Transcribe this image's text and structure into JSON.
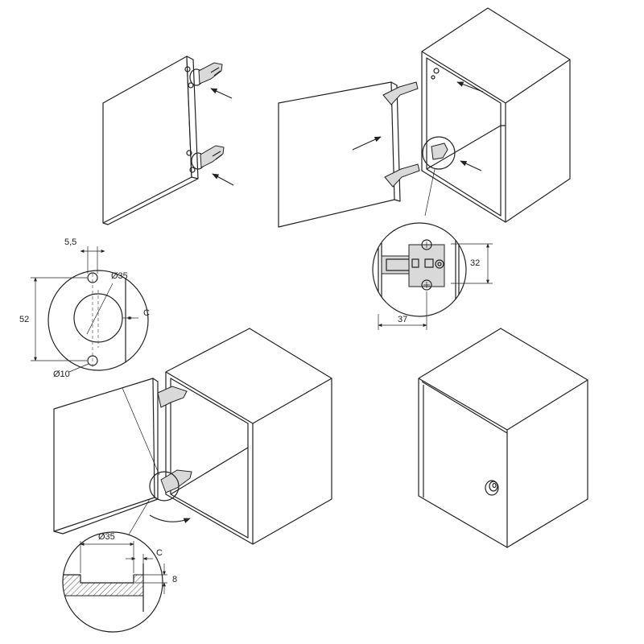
{
  "dimensions": {
    "hole_offset": "5,5",
    "cup_diameter": "Ø35",
    "hole_spacing": "52",
    "edge_distance": "C",
    "screw_diameter": "Ø10",
    "plate_height": "32",
    "plate_width": "37",
    "section_diameter": "Ø35",
    "section_edge": "C",
    "drill_depth": "8"
  }
}
